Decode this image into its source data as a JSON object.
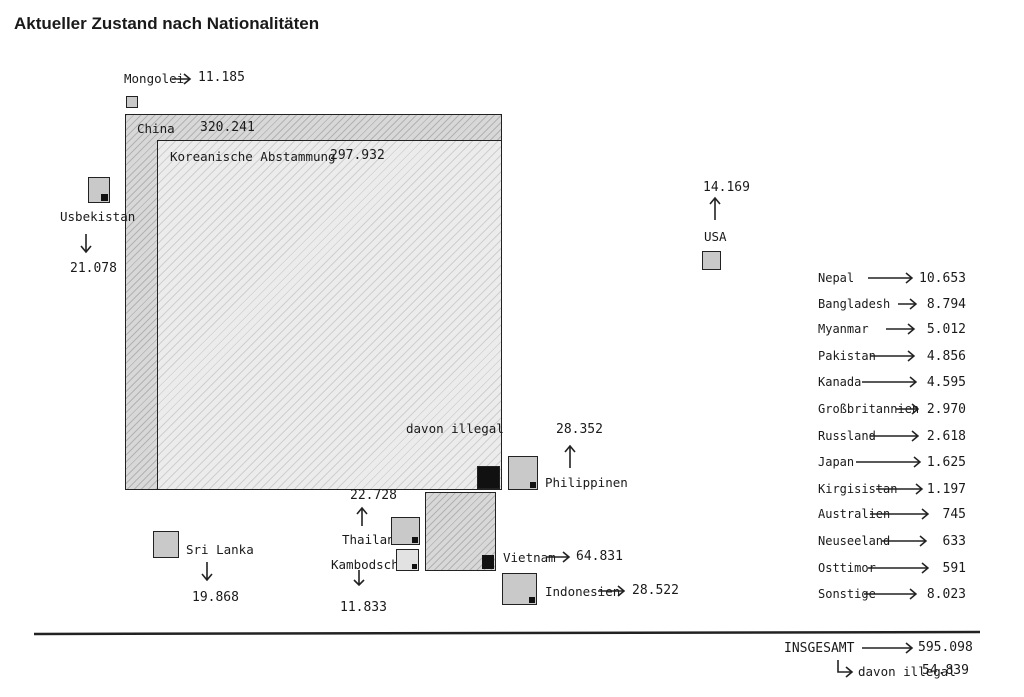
{
  "title": "Aktueller Zustand nach Nationalitäten",
  "chart_data": {
    "type": "area",
    "title": "Aktueller Zustand nach Nationalitäten",
    "categories": [
      "China",
      "Koreanische Abstammung",
      "Vietnam",
      "Philippinen",
      "Indonesien",
      "Thailand",
      "Usbekistan",
      "Sri Lanka",
      "USA",
      "Kambodscha",
      "Mongolei"
    ],
    "values": [
      320241,
      297932,
      64831,
      28352,
      28522,
      22728,
      21078,
      19868,
      14169,
      11833,
      11185
    ],
    "labels": {
      "mongolei": {
        "name": "Mongolei",
        "value": "11.185"
      },
      "china": {
        "name": "China",
        "value": "320.241"
      },
      "korea": {
        "name": "Koreanische Abstammung",
        "value": "297.932"
      },
      "usbekistan": {
        "name": "Usbekistan",
        "value": "21.078"
      },
      "usa": {
        "name": "USA",
        "value": "14.169"
      },
      "philippinen": {
        "name": "Philippinen",
        "value": "28.352"
      },
      "thailand": {
        "name": "Thailand",
        "value": "22.728"
      },
      "kambodscha": {
        "name": "Kambodscha",
        "value": "11.833"
      },
      "vietnam": {
        "name": "Vietnam",
        "value": "64.831"
      },
      "indonesien": {
        "name": "Indonesien",
        "value": "28.522"
      },
      "srilanka": {
        "name": "Sri Lanka",
        "value": "19.868"
      },
      "illegal": {
        "name": "davon illegal"
      }
    },
    "legend": [
      {
        "name": "Nepal",
        "value": "10.653"
      },
      {
        "name": "Bangladesh",
        "value": "8.794"
      },
      {
        "name": "Myanmar",
        "value": "5.012"
      },
      {
        "name": "Pakistan",
        "value": "4.856"
      },
      {
        "name": "Kanada",
        "value": "4.595"
      },
      {
        "name": "Großbritannien",
        "value": "2.970"
      },
      {
        "name": "Russland",
        "value": "2.618"
      },
      {
        "name": "Japan",
        "value": "1.625"
      },
      {
        "name": "Kirgisistan",
        "value": "1.197"
      },
      {
        "name": "Australien",
        "value": "745"
      },
      {
        "name": "Neuseeland",
        "value": "633"
      },
      {
        "name": "Osttimor",
        "value": "591"
      },
      {
        "name": "Sonstige",
        "value": "8.023"
      }
    ],
    "total": {
      "label": "INSGESAMT",
      "value": "595.098",
      "illegal_label": "davon illegal",
      "illegal_value": "54.839"
    }
  }
}
